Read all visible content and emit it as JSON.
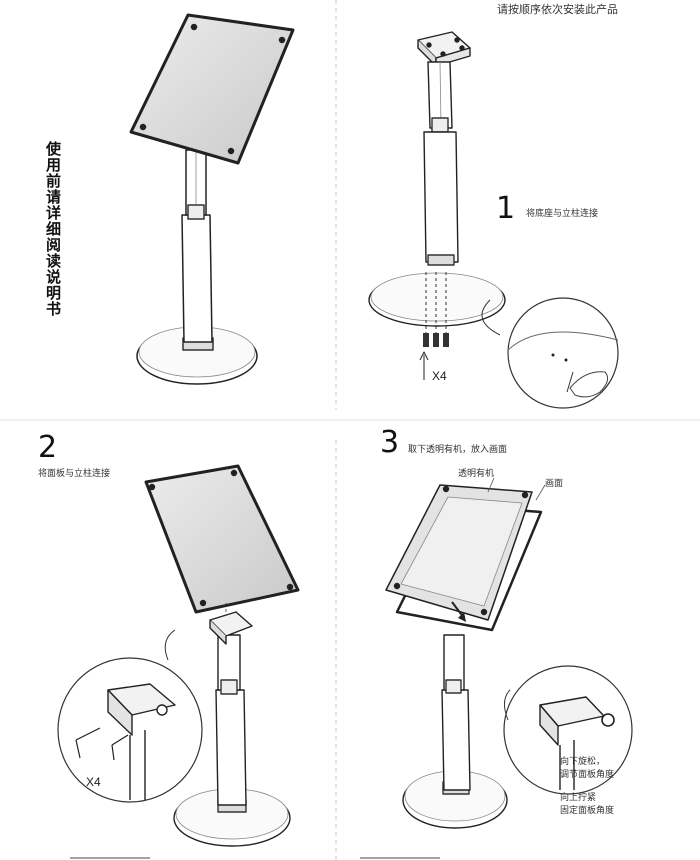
{
  "header": {
    "note": "请按顺序依次安装此产品"
  },
  "side_title": "使用前请详细阅读说明书",
  "steps": [
    {
      "number": "1",
      "caption": "将底座与立柱连接",
      "multiplier": "X4"
    },
    {
      "number": "2",
      "caption": "将面板与立柱连接",
      "multiplier": "X4"
    },
    {
      "number": "3",
      "caption": "取下透明有机，放入画面",
      "labels": {
        "acrylic": "透明有机",
        "picture": "画面",
        "loosen_line1": "向下旋松，",
        "loosen_line2": "调节面板角度",
        "tighten_line1": "向上拧紧",
        "tighten_line2": "固定面板角度"
      }
    }
  ]
}
